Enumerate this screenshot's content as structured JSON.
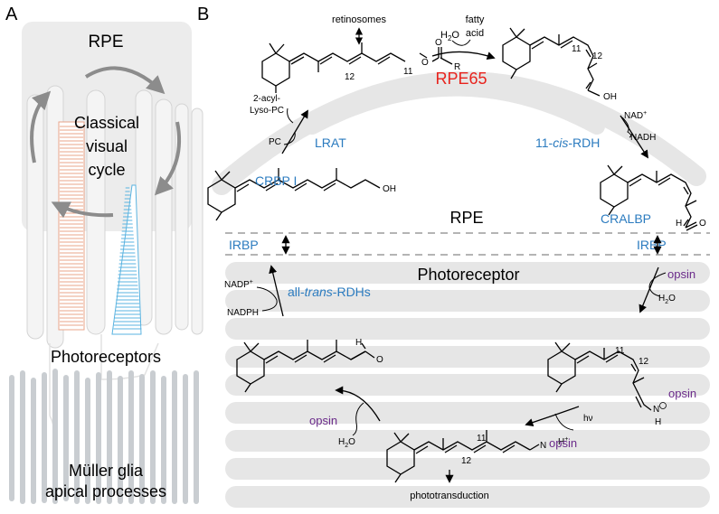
{
  "panel_a": {
    "letter": "A",
    "rpe": "RPE",
    "cycle": [
      "Classical",
      "visual",
      "cycle"
    ],
    "photoreceptors": "Photoreceptors",
    "muller": [
      "Müller glia",
      "apical processes"
    ]
  },
  "panel_b": {
    "letter": "B",
    "retinosomes": "retinosomes",
    "h2o_top": "H",
    "h2o_top_sub": "2",
    "h2o_top_o": "O",
    "fatty_acid": [
      "fatty",
      "acid"
    ],
    "rpe65": "RPE65",
    "c11_top": "11",
    "c12_top": "12",
    "ester_o": "O",
    "ester_r": "R",
    "c11_right": "11",
    "c12_right": "12",
    "oh_right": "OH",
    "acyl_lyso": [
      "2-acyl-",
      "Lyso-PC"
    ],
    "pc": "PC",
    "lrat": "LRAT",
    "nad": "NAD",
    "nad_sup": "+",
    "nadh": "NADH",
    "cis_rdh": [
      "11-",
      "cis",
      "-RDH"
    ],
    "oh_left": "OH",
    "crbp": "CRBP I",
    "rpe_label": "RPE",
    "cralbp": "CRALBP",
    "ald_h": "H",
    "ald_o": "O",
    "irbp_left": "IRBP",
    "irbp_right": "IRBP",
    "photoreceptor": "Photoreceptor",
    "opsin_1": "opsin",
    "h2o_1": "H",
    "h2o_1_sub": "2",
    "h2o_1_o": "O",
    "nadp": "NADP",
    "nadp_sup": "+",
    "nadph": "NADPH",
    "trans_rdh": [
      "all-",
      "trans",
      "-RDHs"
    ],
    "ald2_h": "H",
    "ald2_o": "O",
    "c11_sb": "11",
    "c12_sb": "12",
    "n_plus": "N",
    "n_h": "H",
    "opsin_2": "opsin",
    "hv": "hν",
    "h_plus": "H",
    "h_plus_sup": "+",
    "opsin_3": "opsin",
    "h2o_2": "H",
    "h2o_2_sub": "2",
    "h2o_2_o": "O",
    "c11_bot": "11",
    "c12_bot": "12",
    "n_bot": "N",
    "opsin_4": "opsin",
    "phototransduction": "phototransduction"
  },
  "colors": {
    "blue": "#2b7bbf",
    "red": "#e8231d",
    "purple": "#6a2a8a",
    "grey_band": "#e6e6e6",
    "grey_arrow": "#8c8c8c",
    "orange_stripe": "#e9a58a",
    "blue_stripe": "#5ab3e0"
  }
}
